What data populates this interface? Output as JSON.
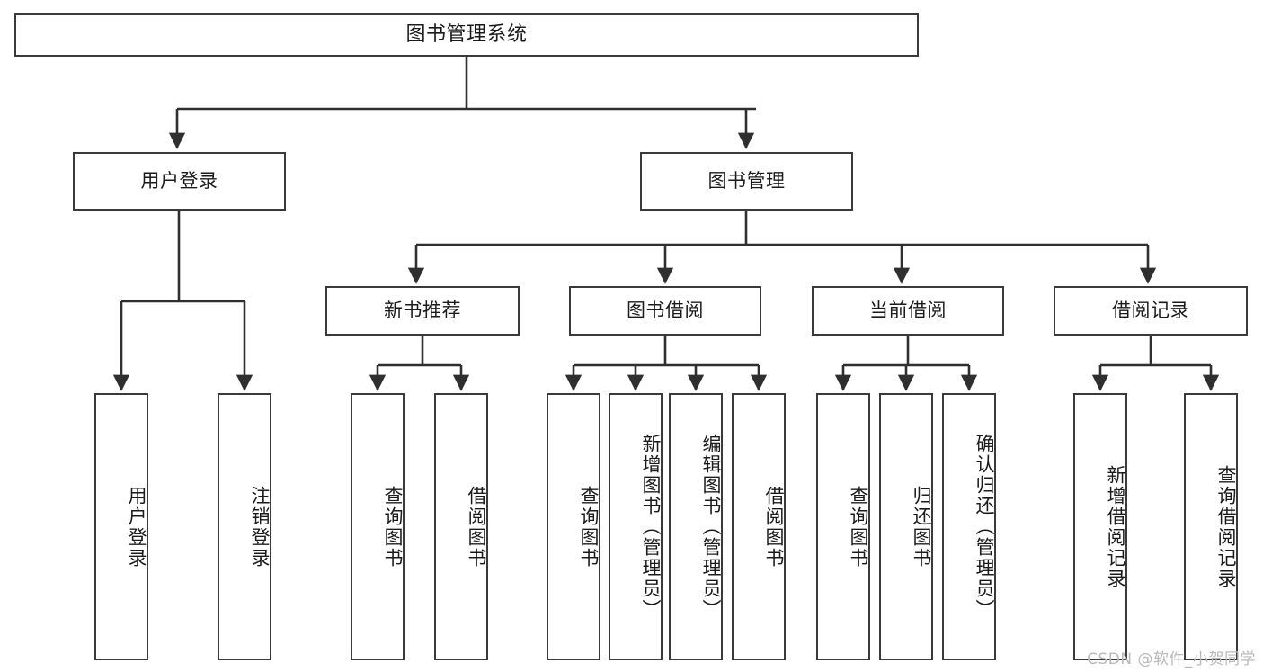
{
  "diagram": {
    "title": "图书管理系统",
    "type": "tree-hierarchy",
    "levels": 4,
    "colors": {
      "box_border": "#3a3a3a",
      "box_fill": "#ffffff",
      "connector": "#2f2f2f",
      "text": "#1b1b1b",
      "watermark": "#b9b9b9",
      "background": "#ffffff"
    },
    "nodes": {
      "root": {
        "label": "图书管理系统"
      },
      "level2": [
        {
          "label": "用户登录"
        },
        {
          "label": "图书管理"
        }
      ],
      "level3": [
        {
          "label": "新书推荐"
        },
        {
          "label": "图书借阅"
        },
        {
          "label": "当前借阅"
        },
        {
          "label": "借阅记录"
        }
      ],
      "leaves_user_login": [
        {
          "label": "用户登录"
        },
        {
          "label": "注销登录"
        }
      ],
      "leaves_new_book": [
        {
          "label": "查询图书"
        },
        {
          "label": "借阅图书"
        }
      ],
      "leaves_borrow": [
        {
          "label": "查询图书"
        },
        {
          "label": "新增图书（管理员）"
        },
        {
          "label": "编辑图书（管理员）"
        },
        {
          "label": "借阅图书"
        }
      ],
      "leaves_current": [
        {
          "label": "查询图书"
        },
        {
          "label": "归还图书"
        },
        {
          "label": "确认归还（管理员）"
        }
      ],
      "leaves_record": [
        {
          "label": "新增借阅记录"
        },
        {
          "label": "查询借阅记录"
        }
      ]
    },
    "watermark": "CSDN @软件_小贺同学"
  }
}
